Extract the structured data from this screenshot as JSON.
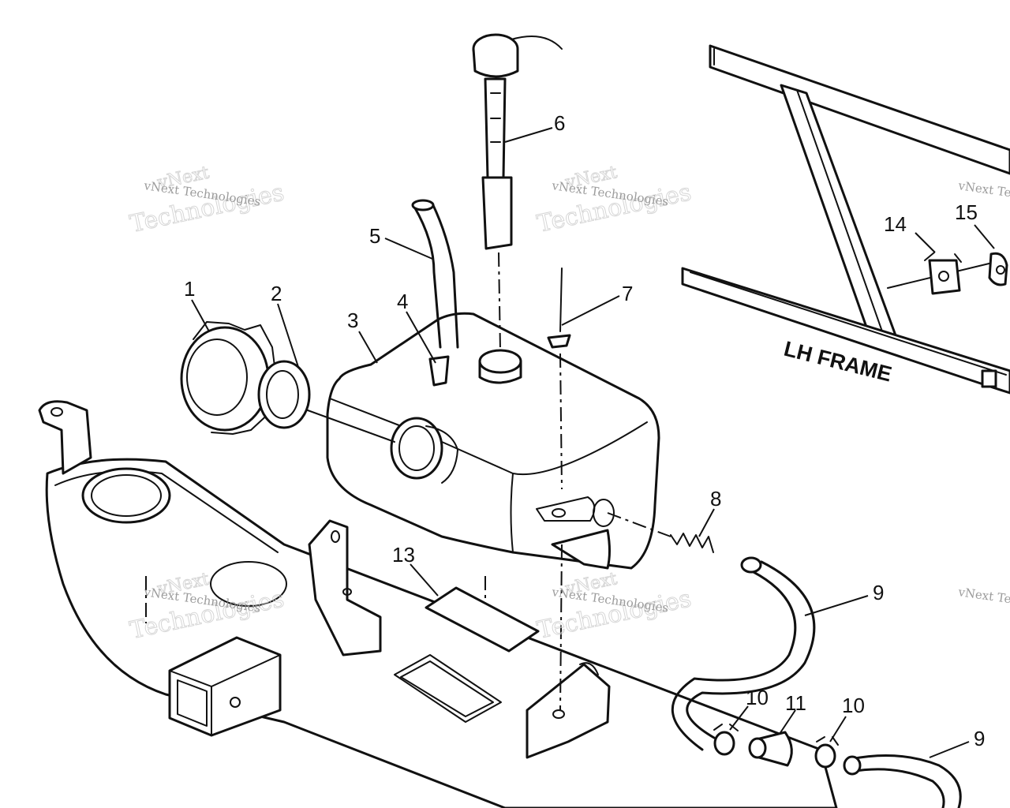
{
  "frame_label": "LH FRAME",
  "callouts": {
    "c1": "1",
    "c2": "2",
    "c3": "3",
    "c4": "4",
    "c5": "5",
    "c6": "6",
    "c7": "7",
    "c8": "8",
    "c9a": "9",
    "c9b": "9",
    "c10a": "10",
    "c10b": "10",
    "c11": "11",
    "c13": "13",
    "c14": "14",
    "c15": "15"
  },
  "watermark": {
    "line_small": "vNext Technologies",
    "line_big_1": "vNext",
    "line_big_2": "Technologies"
  }
}
